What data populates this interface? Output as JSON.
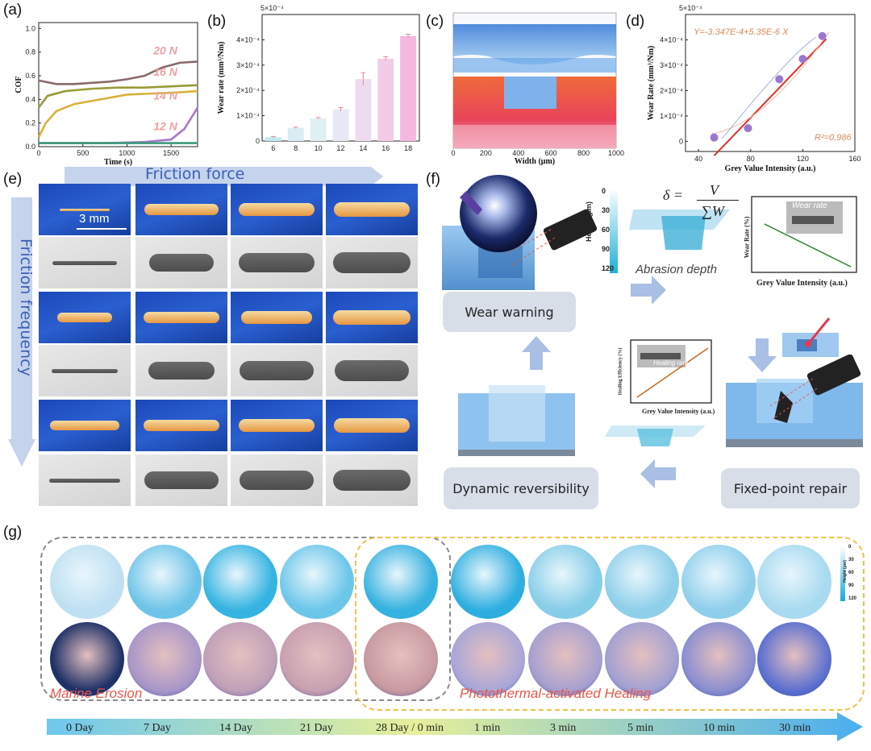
{
  "panels": {
    "a": "(a)",
    "b": "(b)",
    "c": "(c)",
    "d": "(d)",
    "e": "(e)",
    "f": "(f)",
    "g": "(g)"
  },
  "chart_a": {
    "type": "line",
    "ylabel": "COF",
    "xlabel": "Time (s)",
    "x_ticks": [
      "0",
      "500",
      "1000",
      "1500"
    ],
    "y_ticks": [
      "0.0",
      "0.2",
      "0.4",
      "0.6",
      "0.8",
      "1.0"
    ],
    "xlim": [
      0,
      1800
    ],
    "ylim": [
      0,
      1.05
    ],
    "series": [
      {
        "name": "20 N",
        "color": "#8a6a6a",
        "points": [
          [
            0,
            0.56
          ],
          [
            200,
            0.53
          ],
          [
            400,
            0.53
          ],
          [
            600,
            0.54
          ],
          [
            800,
            0.55
          ],
          [
            1000,
            0.57
          ],
          [
            1200,
            0.6
          ],
          [
            1400,
            0.67
          ],
          [
            1600,
            0.71
          ],
          [
            1800,
            0.72
          ]
        ]
      },
      {
        "name": "16 N",
        "color": "#9a9a3a",
        "points": [
          [
            0,
            0.33
          ],
          [
            100,
            0.43
          ],
          [
            300,
            0.47
          ],
          [
            600,
            0.49
          ],
          [
            900,
            0.5
          ],
          [
            1200,
            0.5
          ],
          [
            1500,
            0.51
          ],
          [
            1800,
            0.52
          ]
        ]
      },
      {
        "name": "14 N",
        "color": "#d8b23a",
        "points": [
          [
            0,
            0.08
          ],
          [
            80,
            0.2
          ],
          [
            200,
            0.3
          ],
          [
            400,
            0.36
          ],
          [
            700,
            0.4
          ],
          [
            1000,
            0.44
          ],
          [
            1300,
            0.45
          ],
          [
            1600,
            0.46
          ],
          [
            1800,
            0.47
          ]
        ]
      },
      {
        "name": "12 N",
        "color": "#a778c8",
        "points": [
          [
            0,
            0.03
          ],
          [
            400,
            0.03
          ],
          [
            800,
            0.03
          ],
          [
            1200,
            0.04
          ],
          [
            1500,
            0.06
          ],
          [
            1650,
            0.15
          ],
          [
            1800,
            0.33
          ]
        ]
      },
      {
        "name": "",
        "color": "#3a9a7a",
        "points": [
          [
            0,
            0.03
          ],
          [
            600,
            0.03
          ],
          [
            1200,
            0.03
          ],
          [
            1800,
            0.03
          ]
        ]
      }
    ]
  },
  "chart_b": {
    "type": "bar",
    "ylabel": "Wear rate (mm³/Nm)",
    "exponent_label": "5×10⁻⁴",
    "x_ticks": [
      "6",
      "8",
      "10",
      "12",
      "14",
      "16",
      "18"
    ],
    "categories": [
      "6",
      "8",
      "10",
      "12",
      "14",
      "16",
      "18"
    ],
    "values": [
      0.15,
      0.52,
      0.9,
      1.25,
      2.45,
      3.25,
      4.15
    ],
    "errors": [
      0.03,
      0.03,
      0.03,
      0.07,
      0.25,
      0.08,
      0.07
    ],
    "y_ticks": [
      "0",
      "1×10⁻⁴",
      "2×10⁻⁴",
      "3×10⁻⁴",
      "4×10⁻⁴"
    ],
    "ylim": [
      0,
      5
    ]
  },
  "chart_c": {
    "type": "heatmap",
    "xlabel": "Width (μm)",
    "x_ticks": [
      "0",
      "200",
      "400",
      "600",
      "800",
      "1000"
    ]
  },
  "chart_d": {
    "type": "scatter",
    "ylabel": "Wear Rate (mm³/Nm)",
    "xlabel": "Grey Value Intensity (a.u.)",
    "exponent_label": "5×10⁻⁴",
    "equation": "Y=-3.347E-4+5.35E-6 X",
    "r2": "R²=0.986",
    "x_ticks": [
      "40",
      "80",
      "120",
      "160"
    ],
    "y_ticks": [
      "0",
      "1×10⁻⁴",
      "2×10⁻⁴",
      "3×10⁻⁴",
      "4×10⁻⁴"
    ],
    "xlim": [
      30,
      160
    ],
    "ylim": [
      -0.4,
      5
    ],
    "points": [
      [
        52,
        0.15
      ],
      [
        78,
        0.52
      ],
      [
        102,
        2.45
      ],
      [
        120,
        3.25
      ],
      [
        135,
        4.15
      ]
    ]
  },
  "panel_e": {
    "top_label": "Friction force",
    "left_label": "Friction frequency",
    "scale_bar": "3 mm"
  },
  "panel_f": {
    "wear_warning": "Wear warning",
    "dynamic_reversibility": "Dynamic reversibility",
    "fixed_point_repair": "Fixed-point repair",
    "abrasion_depth": "Abrasion depth",
    "height_label": "Height (μm)",
    "height_ticks": [
      "0",
      "30",
      "60",
      "90",
      "120"
    ],
    "formula_lhs": "δ =",
    "formula_num": "V",
    "formula_den": "∑W",
    "wear_plot": {
      "ylabel": "Wear Rate (%)",
      "xlabel": "Grey Value Intensity (a.u.)",
      "inset": "Wear rate"
    },
    "heal_plot": {
      "ylabel": "Healing Efficiency (%)",
      "xlabel": "Grey Value Intensity (a.u.)",
      "inset": "Healing rate"
    }
  },
  "panel_g": {
    "marine": "Marine Erosion",
    "photothermal": "Photothermal-activated Healing",
    "height_label": "Height (μm)",
    "height_ticks": [
      "0",
      "30",
      "60",
      "90",
      "120"
    ],
    "timeline": [
      "0 Day",
      "7 Day",
      "14 Day",
      "21 Day",
      "28 Day / 0 min",
      "1 min",
      "3 min",
      "5 min",
      "10 min",
      "30 min"
    ]
  },
  "colors": {
    "blue_panel": "#1a4fb5",
    "arrow_blue": "#9db7e0",
    "box_grey": "#d7dee8",
    "orange_dash": "#f2c04a",
    "grey_dash": "#8a8a8a",
    "accent_red": "#e8574a"
  }
}
